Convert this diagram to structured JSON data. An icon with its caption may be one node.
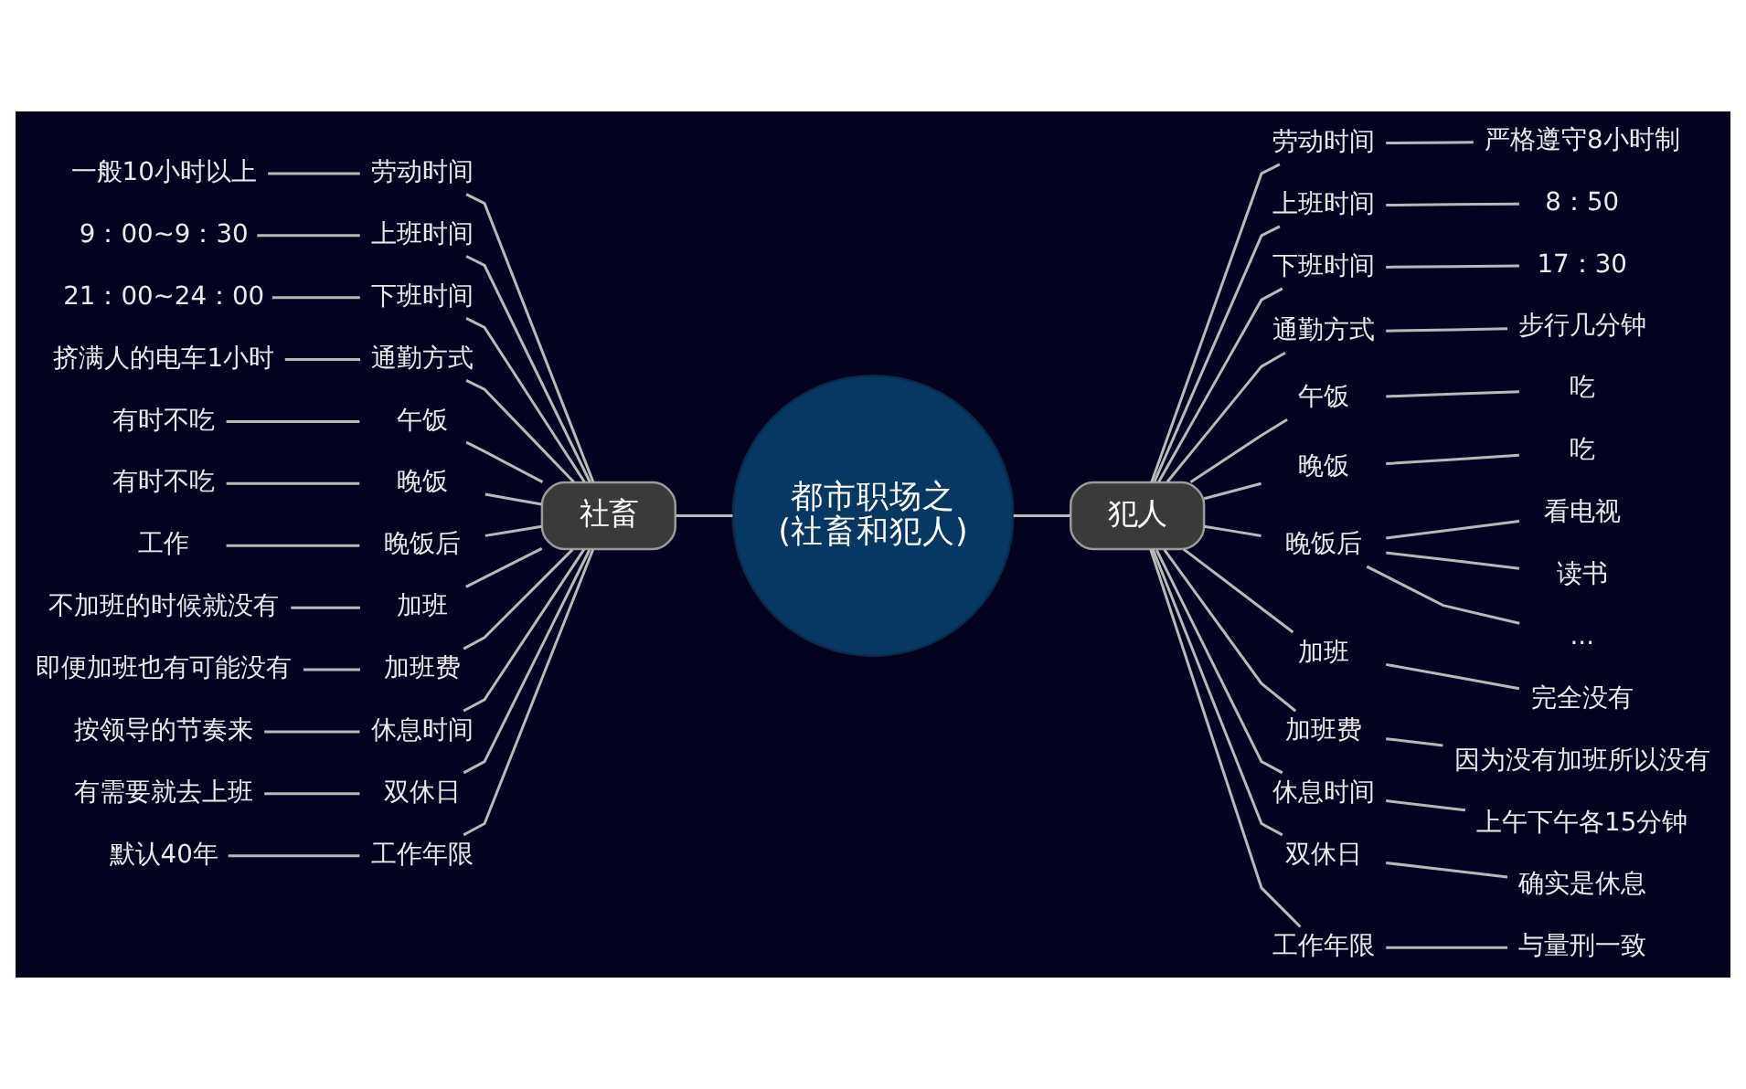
{
  "diagram": {
    "nodes": [
      {
        "text": [
          "都市职场之",
          "(社畜和犯人)"
        ]
      },
      {
        "text": [
          "犯人"
        ]
      },
      {
        "text": [
          "劳动时间"
        ]
      },
      {
        "text": [
          "严格遵守8小时制"
        ]
      },
      {
        "text": [
          "上班时间"
        ]
      },
      {
        "text": [
          "8：50"
        ]
      },
      {
        "text": [
          "下班时间"
        ]
      },
      {
        "text": [
          "17：30"
        ]
      },
      {
        "text": [
          "通勤方式"
        ]
      },
      {
        "text": [
          "步行几分钟"
        ]
      },
      {
        "text": [
          "午饭"
        ]
      },
      {
        "text": [
          "吃"
        ]
      },
      {
        "text": [
          "晚饭"
        ]
      },
      {
        "text": [
          "吃"
        ]
      },
      {
        "text": [
          "晚饭后"
        ]
      },
      {
        "text": [
          "看电视"
        ]
      },
      {
        "text": [
          "读书"
        ]
      },
      {
        "text": [
          "..."
        ]
      },
      {
        "text": [
          "加班"
        ]
      },
      {
        "text": [
          "完全没有"
        ]
      },
      {
        "text": [
          "加班费"
        ]
      },
      {
        "text": [
          "因为没有加班所以没有"
        ]
      },
      {
        "text": [
          "休息时间"
        ]
      },
      {
        "text": [
          "上午下午各15分钟"
        ]
      },
      {
        "text": [
          "双休日"
        ]
      },
      {
        "text": [
          "确实是休息"
        ]
      },
      {
        "text": [
          "工作年限"
        ]
      },
      {
        "text": [
          "与量刑一致"
        ]
      },
      {
        "text": [
          "社畜"
        ]
      },
      {
        "text": [
          "劳动时间"
        ]
      },
      {
        "text": [
          "一般10小时以上"
        ]
      },
      {
        "text": [
          "上班时间"
        ]
      },
      {
        "text": [
          "9：00~9：30"
        ]
      },
      {
        "text": [
          "下班时间"
        ]
      },
      {
        "text": [
          "21：00~24：00"
        ]
      },
      {
        "text": [
          "通勤方式"
        ]
      },
      {
        "text": [
          "挤满人的电车1小时"
        ]
      },
      {
        "text": [
          "午饭"
        ]
      },
      {
        "text": [
          "有时不吃"
        ]
      },
      {
        "text": [
          "晚饭"
        ]
      },
      {
        "text": [
          "有时不吃"
        ]
      },
      {
        "text": [
          "晚饭后"
        ]
      },
      {
        "text": [
          "工作"
        ]
      },
      {
        "text": [
          "加班"
        ]
      },
      {
        "text": [
          "不加班的时候就没有"
        ]
      },
      {
        "text": [
          "加班费"
        ]
      },
      {
        "text": [
          "即便加班也有可能没有"
        ]
      },
      {
        "text": [
          "休息时间"
        ]
      },
      {
        "text": [
          "按领导的节奏来"
        ]
      },
      {
        "text": [
          "双休日"
        ]
      },
      {
        "text": [
          "有需要就去上班"
        ]
      },
      {
        "text": [
          "工作年限"
        ]
      },
      {
        "text": [
          "默认40年"
        ]
      }
    ],
    "edges": [
      {
        "from": 0,
        "to": 1,
        "arrow": "none"
      },
      {
        "from": 1,
        "to": 2,
        "arrow": "none"
      },
      {
        "from": 2,
        "to": 3,
        "arrow": "none"
      },
      {
        "from": 1,
        "to": 4,
        "arrow": "none"
      },
      {
        "from": 4,
        "to": 5,
        "arrow": "none"
      },
      {
        "from": 1,
        "to": 6,
        "arrow": "none"
      },
      {
        "from": 6,
        "to": 7,
        "arrow": "none"
      },
      {
        "from": 1,
        "to": 8,
        "arrow": "none"
      },
      {
        "from": 8,
        "to": 9,
        "arrow": "none"
      },
      {
        "from": 1,
        "to": 10,
        "arrow": "none"
      },
      {
        "from": 10,
        "to": 11,
        "arrow": "none"
      },
      {
        "from": 1,
        "to": 12,
        "arrow": "none"
      },
      {
        "from": 12,
        "to": 13,
        "arrow": "none"
      },
      {
        "from": 1,
        "to": 14,
        "arrow": "none"
      },
      {
        "from": 14,
        "to": 15,
        "arrow": "none"
      },
      {
        "from": 14,
        "to": 16,
        "arrow": "none"
      },
      {
        "from": 14,
        "to": 17,
        "arrow": "none"
      },
      {
        "from": 1,
        "to": 18,
        "arrow": "none"
      },
      {
        "from": 18,
        "to": 19,
        "arrow": "none"
      },
      {
        "from": 1,
        "to": 20,
        "arrow": "none"
      },
      {
        "from": 20,
        "to": 21,
        "arrow": "none"
      },
      {
        "from": 1,
        "to": 22,
        "arrow": "none"
      },
      {
        "from": 22,
        "to": 23,
        "arrow": "none"
      },
      {
        "from": 1,
        "to": 24,
        "arrow": "none"
      },
      {
        "from": 24,
        "to": 25,
        "arrow": "none"
      },
      {
        "from": 1,
        "to": 26,
        "arrow": "none"
      },
      {
        "from": 26,
        "to": 27,
        "arrow": "none"
      },
      {
        "from": 0,
        "to": 28,
        "arrow": "none"
      },
      {
        "from": 28,
        "to": 29,
        "arrow": "none"
      },
      {
        "from": 29,
        "to": 30,
        "arrow": "none"
      },
      {
        "from": 28,
        "to": 31,
        "arrow": "none"
      },
      {
        "from": 31,
        "to": 32,
        "arrow": "none"
      },
      {
        "from": 28,
        "to": 33,
        "arrow": "none"
      },
      {
        "from": 33,
        "to": 34,
        "arrow": "none"
      },
      {
        "from": 28,
        "to": 35,
        "arrow": "none"
      },
      {
        "from": 35,
        "to": 36,
        "arrow": "none"
      },
      {
        "from": 28,
        "to": 37,
        "arrow": "none"
      },
      {
        "from": 37,
        "to": 38,
        "arrow": "none"
      },
      {
        "from": 28,
        "to": 39,
        "arrow": "none"
      },
      {
        "from": 39,
        "to": 40,
        "arrow": "none"
      },
      {
        "from": 28,
        "to": 41,
        "arrow": "none"
      },
      {
        "from": 41,
        "to": 42,
        "arrow": "none"
      },
      {
        "from": 28,
        "to": 43,
        "arrow": "none"
      },
      {
        "from": 43,
        "to": 44,
        "arrow": "none"
      },
      {
        "from": 28,
        "to": 45,
        "arrow": "none"
      },
      {
        "from": 45,
        "to": 46,
        "arrow": "none"
      },
      {
        "from": 28,
        "to": 47,
        "arrow": "none"
      },
      {
        "from": 47,
        "to": 48,
        "arrow": "none"
      },
      {
        "from": 28,
        "to": 49,
        "arrow": "none"
      },
      {
        "from": 49,
        "to": 50,
        "arrow": "none"
      },
      {
        "from": 28,
        "to": 51,
        "arrow": "none"
      },
      {
        "from": 51,
        "to": 52,
        "arrow": "none"
      }
    ]
  }
}
